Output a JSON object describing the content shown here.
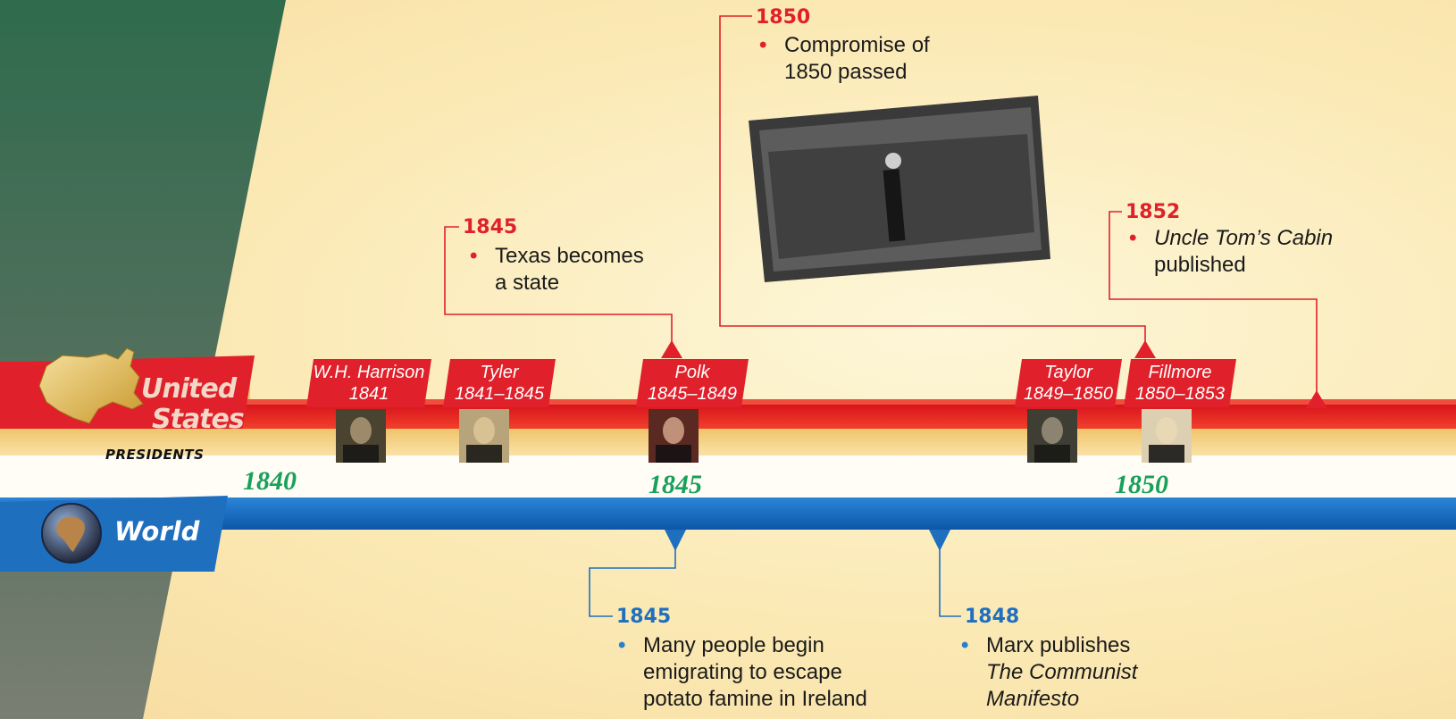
{
  "colors": {
    "us_red": "#e0202a",
    "world_blue": "#1f6fbf",
    "decade_green": "#19a05a",
    "background": "#fbe9b4"
  },
  "bands": {
    "us_line1": "United",
    "us_line2": "States",
    "presidents": "PRESIDENTS",
    "world": "World"
  },
  "decades": [
    "1840",
    "1845",
    "1850"
  ],
  "presidents": [
    {
      "name": "W.H. Harrison",
      "term": "1841"
    },
    {
      "name": "Tyler",
      "term": "1841–1845"
    },
    {
      "name": "Polk",
      "term": "1845–1849"
    },
    {
      "name": "Taylor",
      "term": "1849–1850"
    },
    {
      "name": "Fillmore",
      "term": "1850–1853"
    }
  ],
  "us_events": [
    {
      "year": "1845",
      "line1": "Texas becomes",
      "line2": "a state"
    },
    {
      "year": "1850",
      "line1": "Compromise of",
      "line2": "1850 passed"
    },
    {
      "year": "1852",
      "line1": "Uncle Tom’s Cabin",
      "line2": "published"
    }
  ],
  "world_events": [
    {
      "year": "1845",
      "line1": "Many people begin",
      "line2": "emigrating to escape",
      "line3": "potato famine in Ireland"
    },
    {
      "year": "1848",
      "line1": "Marx publishes",
      "line2": "The Communist",
      "line3": "Manifesto"
    }
  ],
  "bullet": "•"
}
